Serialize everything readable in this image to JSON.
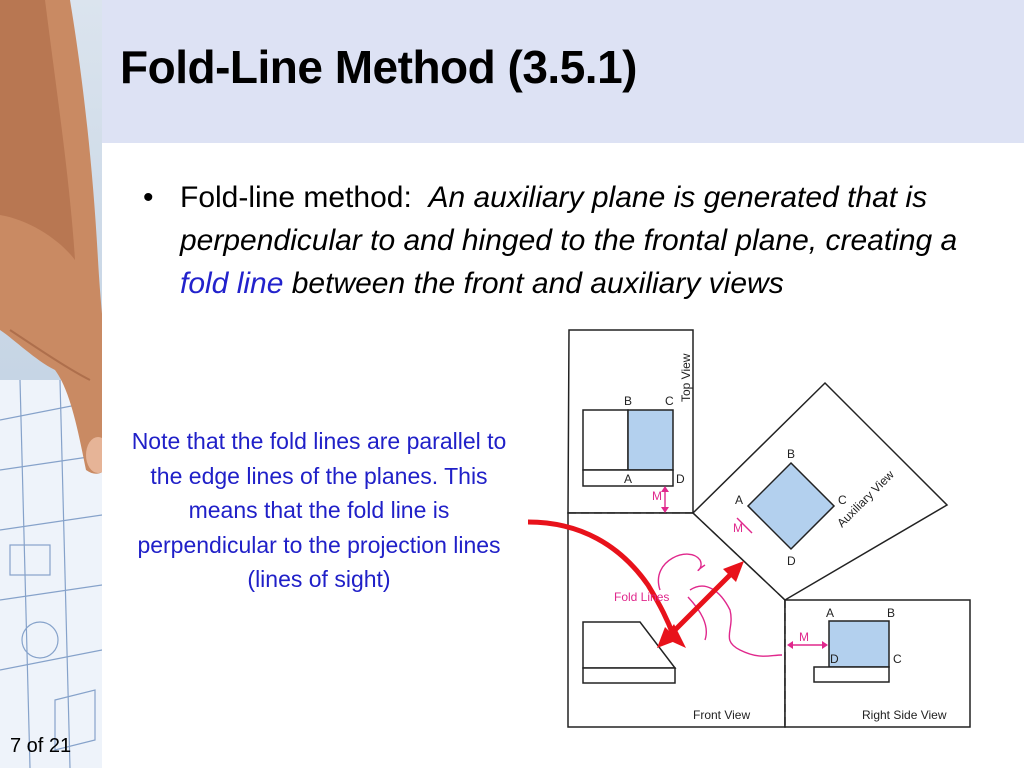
{
  "slide": {
    "title": "Fold-Line Method (3.5.1)",
    "page_number": "7 of 21"
  },
  "bullet": {
    "lead": "Fold-line method:",
    "italic_part1": "An auxiliary plane is generated that is perpendicular to and hinged to the frontal plane, creating a",
    "highlight": "fold line",
    "italic_part2": "between the front and auxiliary views"
  },
  "note": {
    "text": "Note that the fold lines are parallel to the edge lines of the planes.  This means that the fold line is perpendicular to the projection lines (lines of sight)"
  },
  "diagram": {
    "views": {
      "top": "Top View",
      "auxiliary": "Auxiliary View",
      "front": "Front View",
      "right_side": "Right Side View"
    },
    "fold_lines_label": "Fold Lines",
    "dimension_label": "M",
    "points": {
      "A": "A",
      "B": "B",
      "C": "C",
      "D": "D"
    },
    "colors": {
      "plane_fill": "#b3d0ee",
      "projection_magenta": "#e0288c",
      "arrow_red": "#e8121b",
      "outline": "#222222"
    }
  }
}
